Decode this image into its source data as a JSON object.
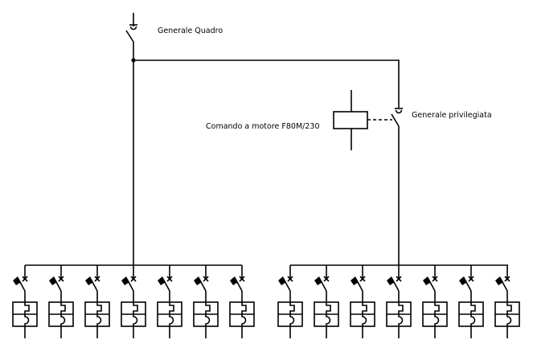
{
  "diagram": {
    "type": "single-line electrical panel schematic",
    "colors": {
      "line": "#000000",
      "background": "#ffffff"
    },
    "main_switch": {
      "label": "Generale Quadro",
      "symbol": "switch-disconnector-icon"
    },
    "privileged_switch": {
      "label": "Generale privilegiata",
      "symbol": "switch-disconnector-icon"
    },
    "motor_operator": {
      "label": "Comando a motore F80M/230",
      "symbol": "relay-coil-icon"
    },
    "groups": [
      {
        "name": "normal-bus",
        "fed_by": "Generale Quadro",
        "breakers": [
          {
            "symbol": "rcbo-breaker-icon"
          },
          {
            "symbol": "rcbo-breaker-icon"
          },
          {
            "symbol": "rcbo-breaker-icon"
          },
          {
            "symbol": "rcbo-breaker-icon"
          },
          {
            "symbol": "rcbo-breaker-icon"
          },
          {
            "symbol": "rcbo-breaker-icon"
          },
          {
            "symbol": "rcbo-breaker-icon"
          }
        ]
      },
      {
        "name": "privileged-bus",
        "fed_by": "Generale privilegiata",
        "breakers": [
          {
            "symbol": "rcbo-breaker-icon"
          },
          {
            "symbol": "rcbo-breaker-icon"
          },
          {
            "symbol": "rcbo-breaker-icon"
          },
          {
            "symbol": "rcbo-breaker-icon"
          },
          {
            "symbol": "rcbo-breaker-icon"
          },
          {
            "symbol": "rcbo-breaker-icon"
          },
          {
            "symbol": "rcbo-breaker-icon"
          }
        ]
      }
    ]
  }
}
